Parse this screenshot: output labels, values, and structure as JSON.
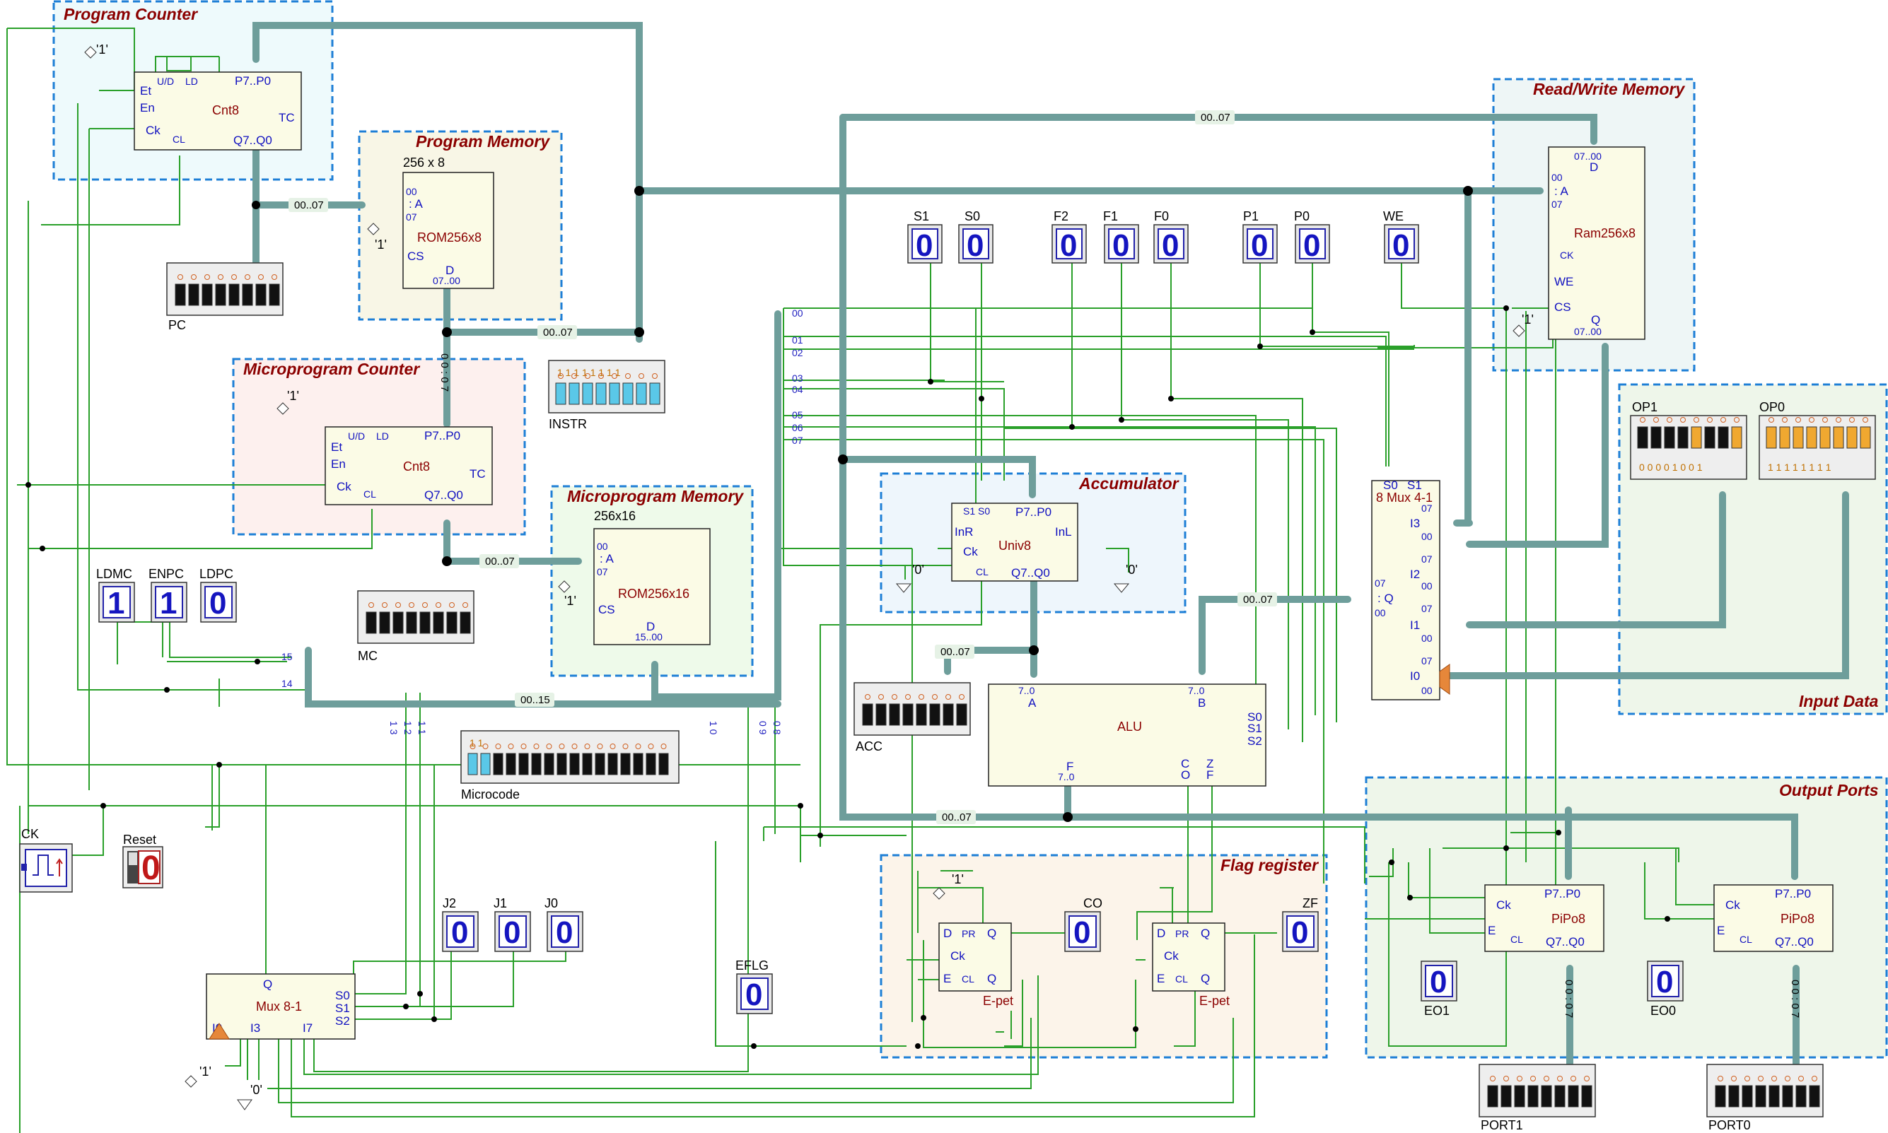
{
  "groups": {
    "program_counter": "Program Counter",
    "program_memory": "Program Memory",
    "microprogram_counter": "Microprogram Counter",
    "microprogram_memory": "Microprogram Memory",
    "accumulator": "Accumulator",
    "read_write_memory": "Read/Write Memory",
    "input_data": "Input Data",
    "output_ports": "Output Ports",
    "flag_register": "Flag register"
  },
  "components": {
    "pc_counter": {
      "name": "Cnt8",
      "pins": {
        "ud": "U/D",
        "ld": "LD",
        "p": "P7..P0",
        "et": "Et",
        "en": "En",
        "ck": "Ck",
        "tc": "TC",
        "cl": "CL",
        "q": "Q7..Q0",
        "one": "'1'"
      }
    },
    "rom": {
      "size": "256 x 8",
      "name": "ROM256x8",
      "a00": "00",
      "a": ": A",
      "a07": "07",
      "cs": "CS",
      "d": "D",
      "d_range": "07..00",
      "one": "'1'"
    },
    "mpc_counter": {
      "name": "Cnt8",
      "pins": {
        "ud": "U/D",
        "ld": "LD",
        "p": "P7..P0",
        "et": "Et",
        "en": "En",
        "ck": "Ck",
        "tc": "TC",
        "cl": "CL",
        "q": "Q7..Q0",
        "one": "'1'"
      }
    },
    "mrom": {
      "size": "256x16",
      "name": "ROM256x16",
      "a00": "00",
      "a": ": A",
      "a07": "07",
      "cs": "CS",
      "d": "D",
      "d_range": "15..00",
      "one": "'1'"
    },
    "acc": {
      "name": "Univ8",
      "s1s0": "S1 S0",
      "p": "P7..P0",
      "inr": "InR",
      "inl": "InL",
      "ck": "Ck",
      "cl": "CL",
      "q": "Q7..Q0",
      "zero_l": "'0'",
      "zero_r": "'0'"
    },
    "ram": {
      "name": "Ram256x8",
      "d": "D",
      "d_range": "07..00",
      "a00": "00",
      "a": ": A",
      "a07": "07",
      "ck": "CK",
      "we": "WE",
      "cs": "CS",
      "q": "Q",
      "q_range": "07..00",
      "one": "'1'"
    },
    "mux4": {
      "name": "8 Mux 4-1",
      "s0": "S0",
      "s1": "S1",
      "i3": "I3",
      "i2": "I2",
      "i1": "I1",
      "i0": "I0",
      "n07": "07",
      "n00": "00",
      "q": ": Q"
    },
    "alu": {
      "name": "ALU",
      "a": "A",
      "b": "B",
      "range": "7..0",
      "s0": "S0",
      "s1": "S1",
      "s2": "S2",
      "f": "F",
      "c": "C",
      "o": "O",
      "z": "Z",
      "zf": "F"
    },
    "mux8": {
      "name": "Mux 8-1",
      "q": "Q",
      "s0": "S0",
      "s1": "S1",
      "s2": "S2",
      "i0": "I0",
      "i3": "I3",
      "i7": "I7",
      "one": "'1'",
      "zero": "'0'"
    },
    "flag_co": {
      "name": "E-pet",
      "d": "D",
      "pr": "PR",
      "q": "Q",
      "ck": "Ck",
      "e": "E",
      "cl": "CL",
      "qn": "Q",
      "one": "'1'"
    },
    "flag_zf": {
      "name": "E-pet",
      "d": "D",
      "pr": "PR",
      "q": "Q",
      "ck": "Ck",
      "e": "E",
      "cl": "CL",
      "qn": "Q"
    },
    "port1": {
      "name": "PiPo8",
      "ck": "Ck",
      "p": "P7..P0",
      "e": "E",
      "cl": "CL",
      "q": "Q7..Q0"
    },
    "port0": {
      "name": "PiPo8",
      "ck": "Ck",
      "p": "P7..P0",
      "e": "E",
      "cl": "CL",
      "q": "Q7..Q0"
    }
  },
  "switches": {
    "s1": {
      "label": "S1",
      "value": "0"
    },
    "s0": {
      "label": "S0",
      "value": "0"
    },
    "f2": {
      "label": "F2",
      "value": "0"
    },
    "f1": {
      "label": "F1",
      "value": "0"
    },
    "f0": {
      "label": "F0",
      "value": "0"
    },
    "p1": {
      "label": "P1",
      "value": "0"
    },
    "p0": {
      "label": "P0",
      "value": "0"
    },
    "we": {
      "label": "WE",
      "value": "0"
    },
    "ldmc": {
      "label": "LDMC",
      "value": "1"
    },
    "enpc": {
      "label": "ENPC",
      "value": "1"
    },
    "ldpc": {
      "label": "LDPC",
      "value": "0"
    },
    "j2": {
      "label": "J2",
      "value": "0"
    },
    "j1": {
      "label": "J1",
      "value": "0"
    },
    "j0": {
      "label": "J0",
      "value": "0"
    },
    "eflg": {
      "label": "EFLG",
      "value": "0"
    },
    "co": {
      "label": "CO",
      "value": "0"
    },
    "zf": {
      "label": "ZF",
      "value": "0"
    },
    "eo1": {
      "label": "EO1",
      "value": "0"
    },
    "eo0": {
      "label": "EO0",
      "value": "0"
    },
    "reset": {
      "label": "Reset",
      "value": "0"
    },
    "ck": {
      "label": "CK"
    }
  },
  "displays": {
    "pc": {
      "label": "PC"
    },
    "instr": {
      "label": "INSTR",
      "bits": "1 1 1 1 1 1 1 1"
    },
    "mc": {
      "label": "MC"
    },
    "microcode": {
      "label": "Microcode",
      "bits": "1 1"
    },
    "acc": {
      "label": "ACC"
    },
    "op1": {
      "label": "OP1",
      "bits": "0 0 0 0 1 0 0 1"
    },
    "op0": {
      "label": "OP0",
      "bits": "1 1 1 1 1 1 1 1"
    },
    "port1": {
      "label": "PORT1"
    },
    "port0": {
      "label": "PORT0"
    }
  },
  "buses": {
    "pc_rom": "00..07",
    "rom_instr": "00..07",
    "top_bus": "00..07",
    "mc_mrom": "00..07",
    "microcode_bus": "00..15",
    "acc_alu": "00..07",
    "mux_alu": "00..07",
    "out_bus": "00..07",
    "rom_mpc_v": "0 0 : 0 7",
    "port1_v": "0 0 : 0 7",
    "port0_v": "0 0 : 0 7"
  },
  "bus_taps": {
    "t00": "00",
    "t01": "01",
    "t02": "02",
    "t03": "03",
    "t04": "04",
    "t05": "05",
    "t06": "06",
    "t07": "07",
    "t15": "15",
    "t14": "14",
    "b13": "1 3",
    "b12": "1 2",
    "b11": "1 1",
    "b10": "1 0",
    "b09": "0 9",
    "b08": "0 8"
  }
}
